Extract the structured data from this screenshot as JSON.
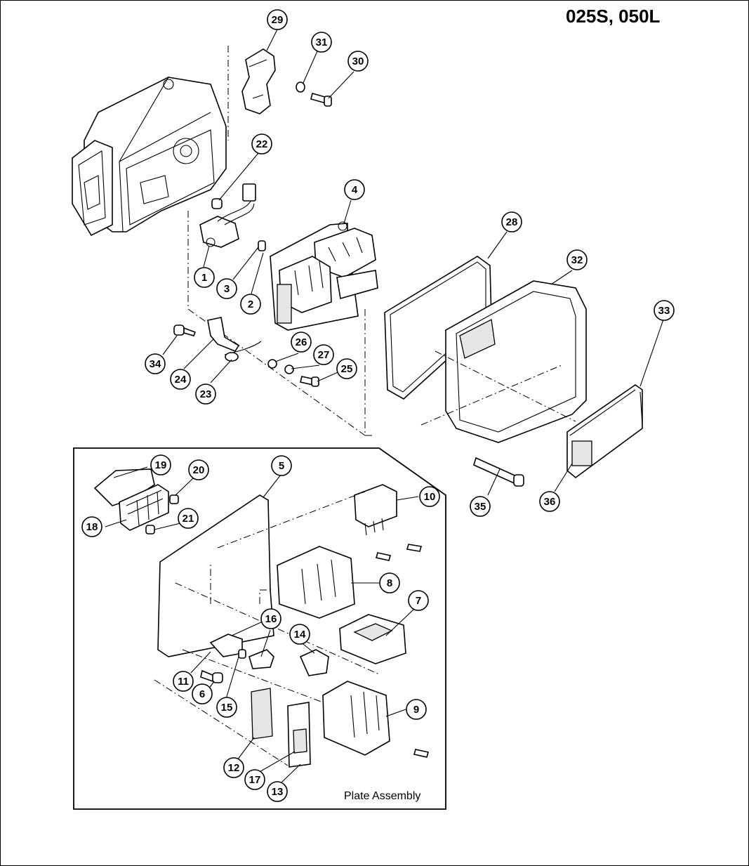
{
  "title": "025S, 050L",
  "plate_assembly_label": "Plate Assembly",
  "callouts": [
    "29",
    "31",
    "30",
    "22",
    "4",
    "28",
    "32",
    "33",
    "1",
    "3",
    "2",
    "34",
    "26",
    "27",
    "25",
    "24",
    "23",
    "19",
    "20",
    "5",
    "10",
    "18",
    "21",
    "8",
    "7",
    "16",
    "14",
    "11",
    "6",
    "15",
    "9",
    "12",
    "17",
    "13",
    "35",
    "36"
  ]
}
